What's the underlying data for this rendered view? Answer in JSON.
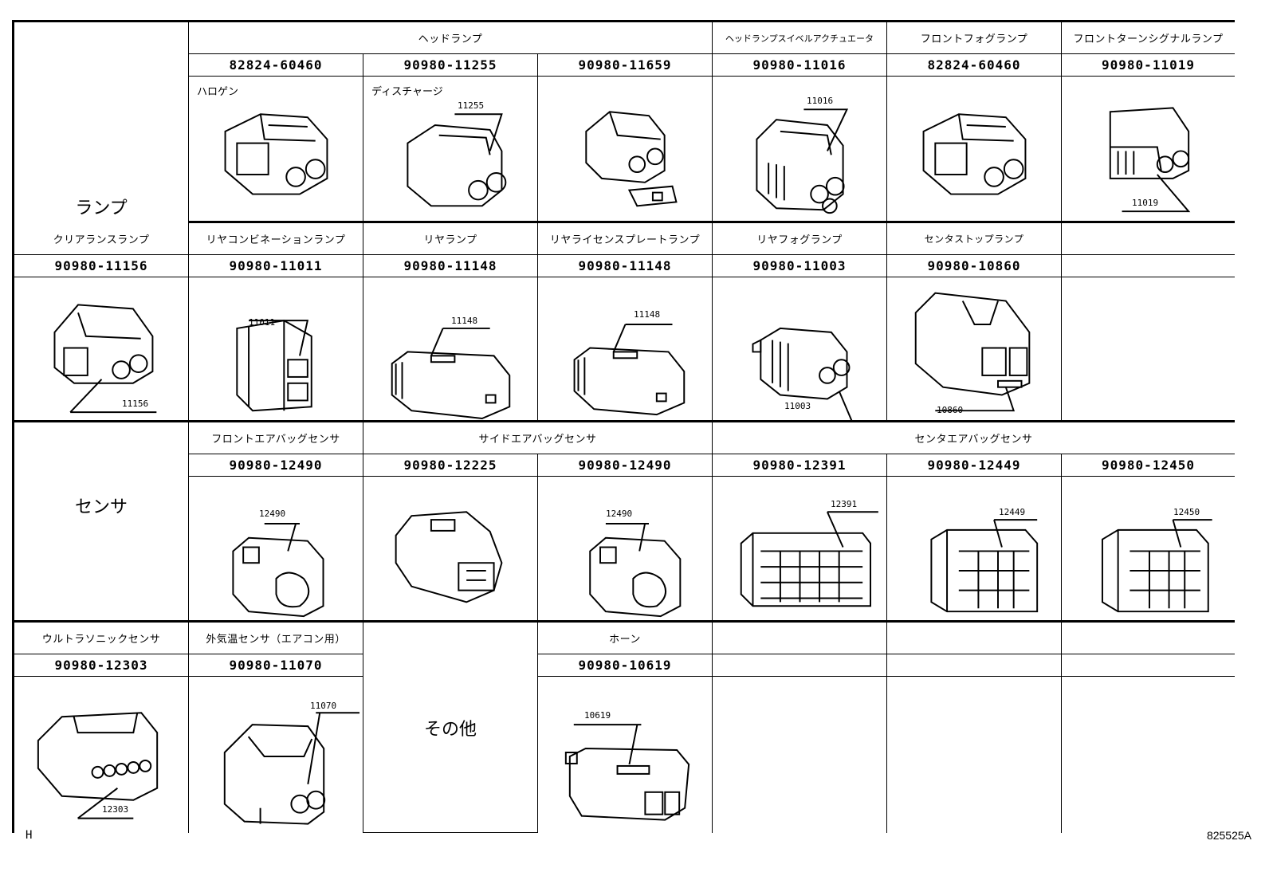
{
  "categories": {
    "lamp": "ランプ",
    "sensor": "センサ",
    "other": "その他"
  },
  "row1": {
    "groups": {
      "headlamp": "ヘッドランプ",
      "swivel": "ヘッドランプスイベルアクチュエータ",
      "fog": "フロントフォグランプ",
      "turn": "フロントターンシグナルランプ"
    },
    "parts": [
      "82824-60460",
      "90980-11255",
      "90980-11659",
      "90980-11016",
      "82824-60460",
      "90980-11019"
    ],
    "sublabels": [
      "ハロゲン",
      "ディスチャージ"
    ],
    "callouts": [
      "11255",
      "11016",
      "11019"
    ]
  },
  "row2": {
    "titles": [
      "クリアランスランプ",
      "リヤコンビネーションランプ",
      "リヤランプ",
      "リヤライセンスプレートランプ",
      "リヤフォグランプ",
      "センタストップランプ"
    ],
    "parts": [
      "90980-11156",
      "90980-11011",
      "90980-11148",
      "90980-11148",
      "90980-11003",
      "90980-10860"
    ],
    "callouts": [
      "11156",
      "11011",
      "11148",
      "11148",
      "11003",
      "10860"
    ]
  },
  "row3": {
    "groups": {
      "front_airbag": "フロントエアバッグセンサ",
      "side_airbag": "サイドエアバッグセンサ",
      "center_airbag": "センタエアバッグセンサ"
    },
    "parts": [
      "90980-12490",
      "90980-12225",
      "90980-12490",
      "90980-12391",
      "90980-12449",
      "90980-12450"
    ],
    "callouts": [
      "12490",
      "12490",
      "12391",
      "12449",
      "12450"
    ]
  },
  "row4": {
    "titles": [
      "ウルトラソニックセンサ",
      "外気温センサ（エアコン用）",
      "ホーン"
    ],
    "parts": [
      "90980-12303",
      "90980-11070",
      "90980-10619"
    ],
    "callouts": [
      "12303",
      "11070",
      "10619"
    ]
  },
  "footer": {
    "left": "H",
    "right": "825525A"
  }
}
